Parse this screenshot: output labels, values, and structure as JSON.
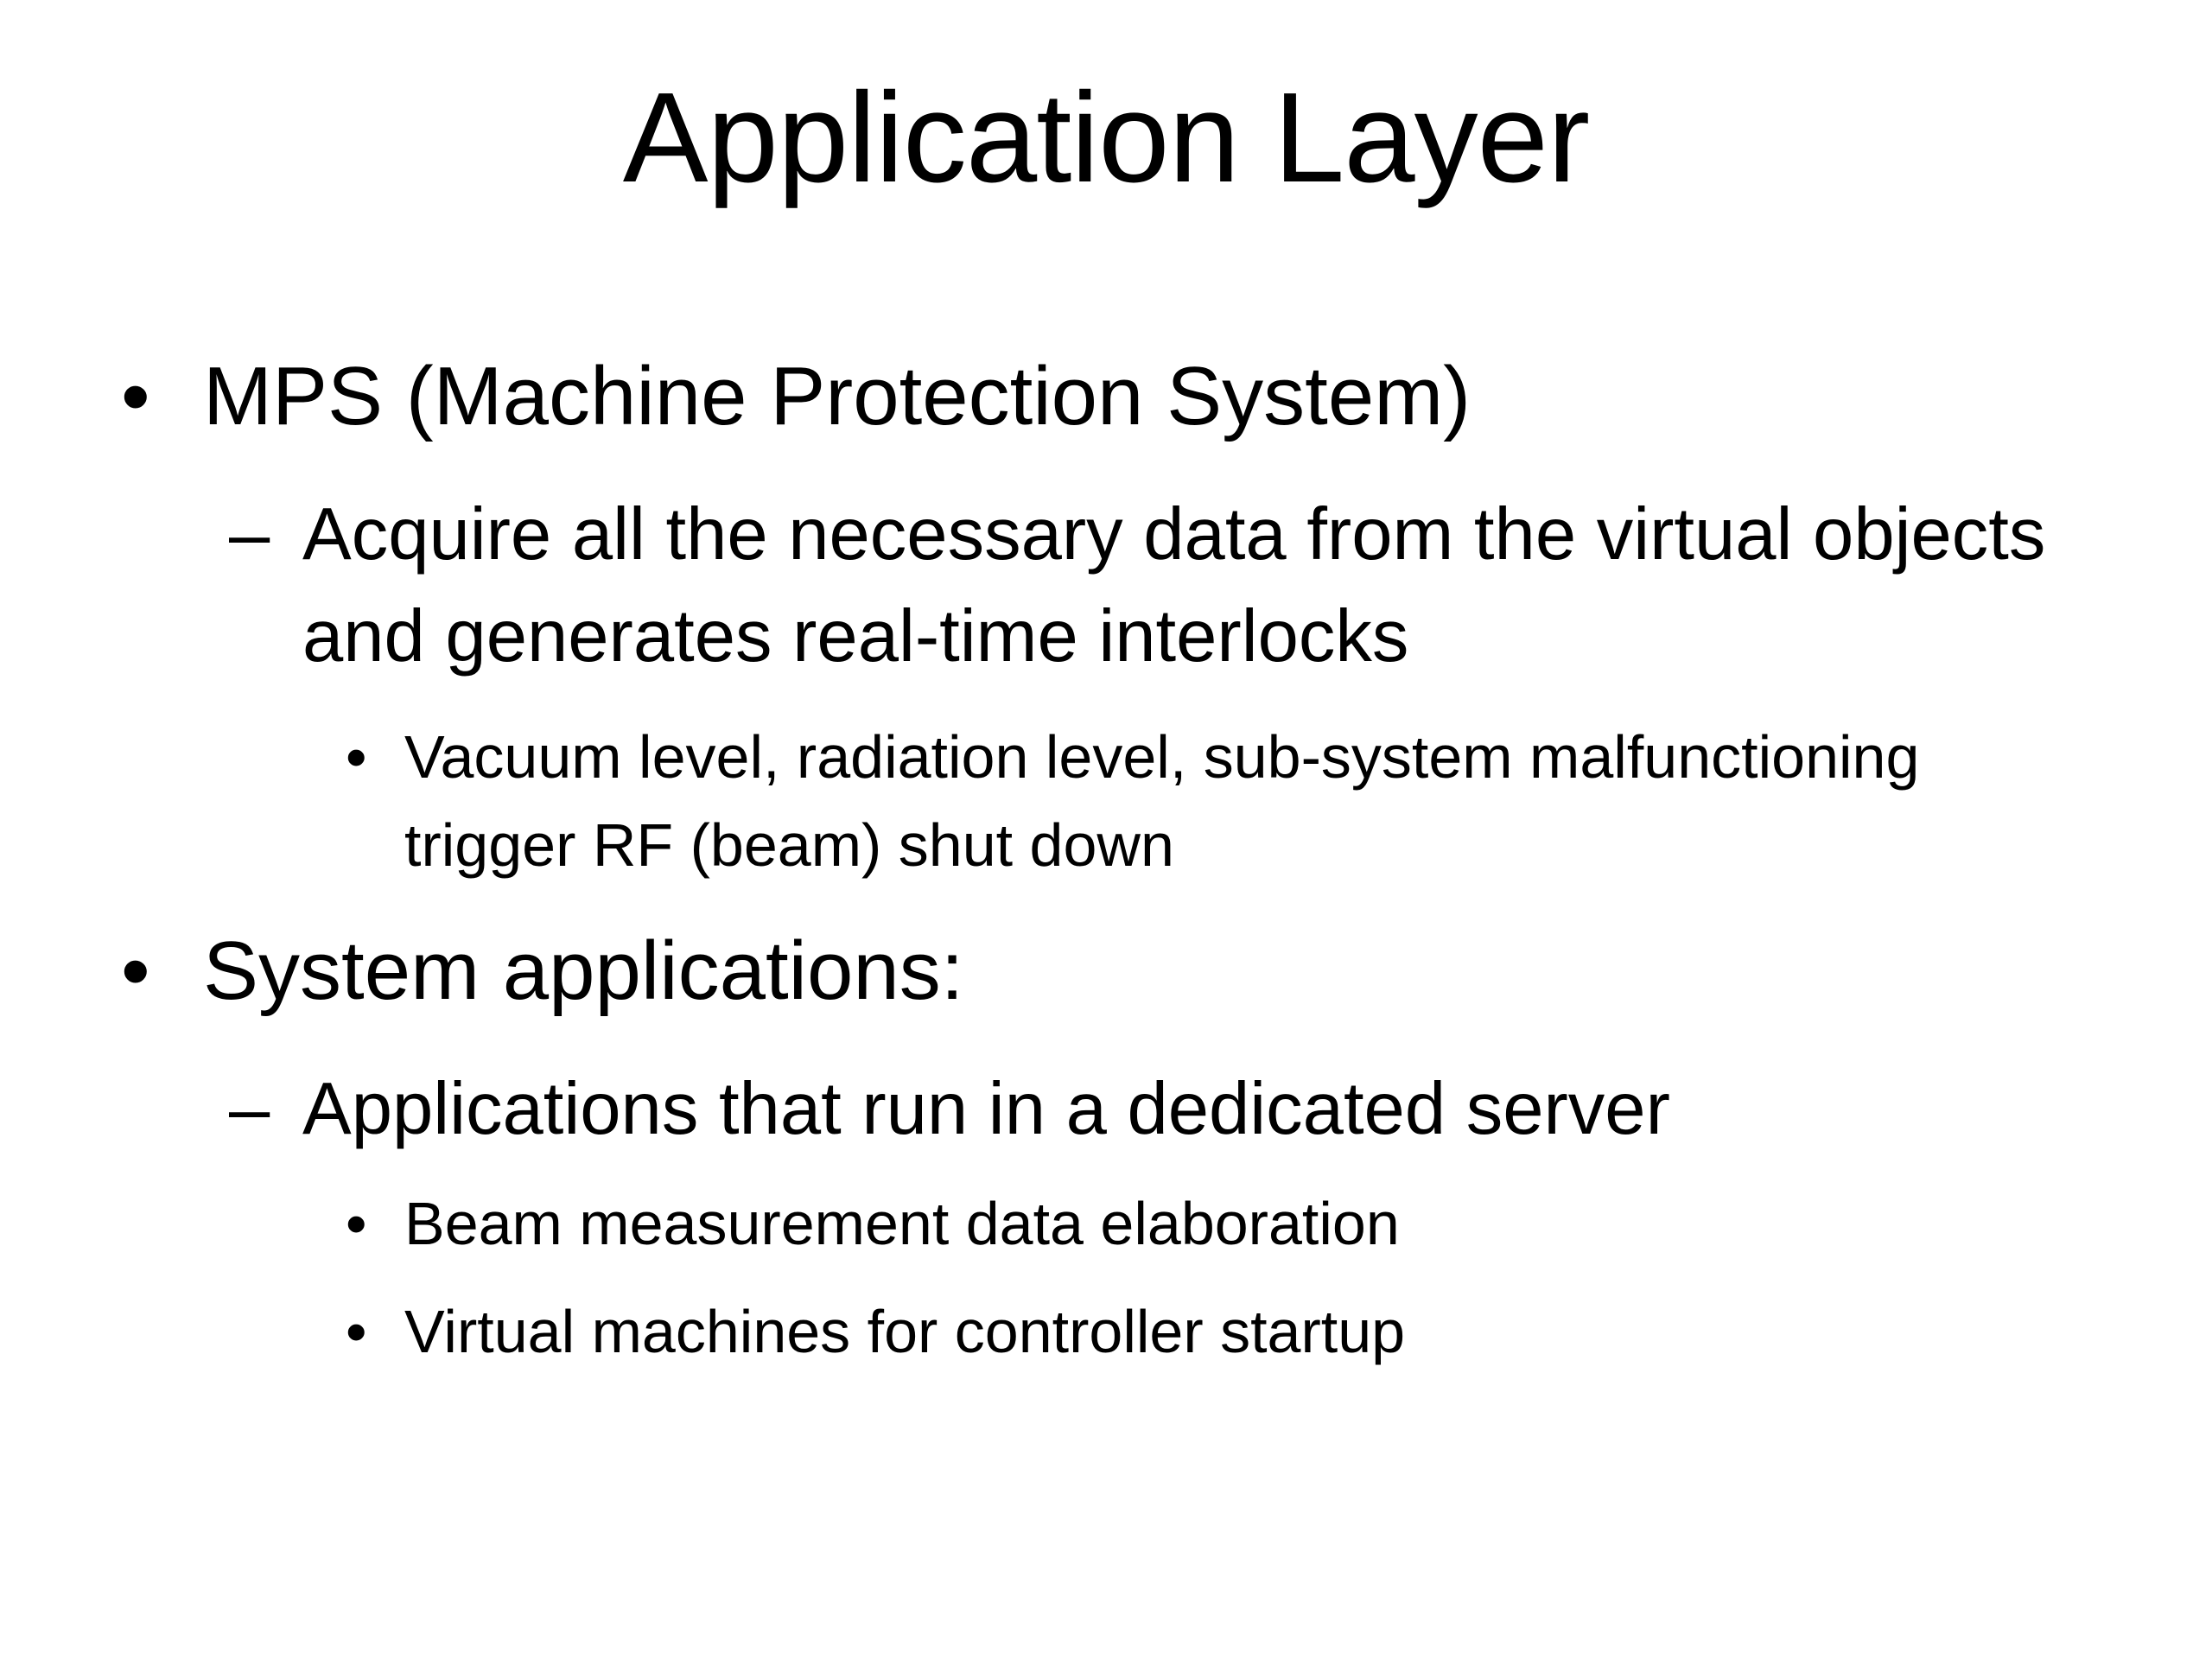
{
  "slide": {
    "title": "Application Layer",
    "items": [
      {
        "marker": "•",
        "text": "MPS (Machine Protection System)",
        "children": [
          {
            "marker": "–",
            "text": "Acquire all the necessary data from the virtual objects and generates real-time interlocks",
            "children": [
              {
                "marker": "•",
                "text": "Vacuum level, radiation level, sub-system malfunctioning trigger RF (beam) shut down"
              }
            ]
          }
        ]
      },
      {
        "marker": "•",
        "text": "System applications:",
        "children": [
          {
            "marker": "–",
            "text": "Applications that run in a dedicated server",
            "children": [
              {
                "marker": "•",
                "text": "Beam measurement data elaboration"
              },
              {
                "marker": "•",
                "text": "Virtual machines for controller startup"
              }
            ]
          }
        ]
      }
    ]
  }
}
